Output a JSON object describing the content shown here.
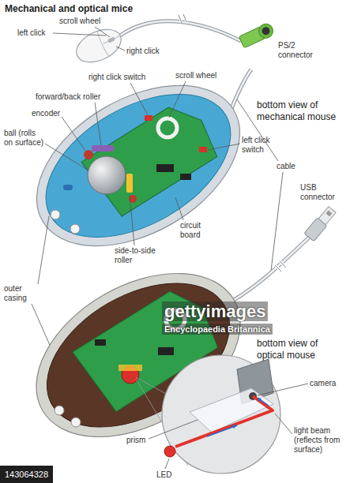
{
  "diagram": {
    "title": "Mechanical and optical mice",
    "labels": [
      "scroll wheel",
      "left click",
      "right click",
      "PS/2 connector",
      "right click switch",
      "scroll wheel",
      "forward/back roller",
      "bottom view of mechanical mouse",
      "encoder",
      "ball (rolls on surface)",
      "left click switch",
      "cable",
      "side-to-side roller",
      "circuit board",
      "USB connector",
      "outer casing",
      "gettyimages",
      "bottom view of optical mouse",
      "Encyclopaedia Britannica",
      "camera",
      "prism",
      "light beam (reflects from surface)",
      "LED",
      "143064328"
    ]
  }
}
